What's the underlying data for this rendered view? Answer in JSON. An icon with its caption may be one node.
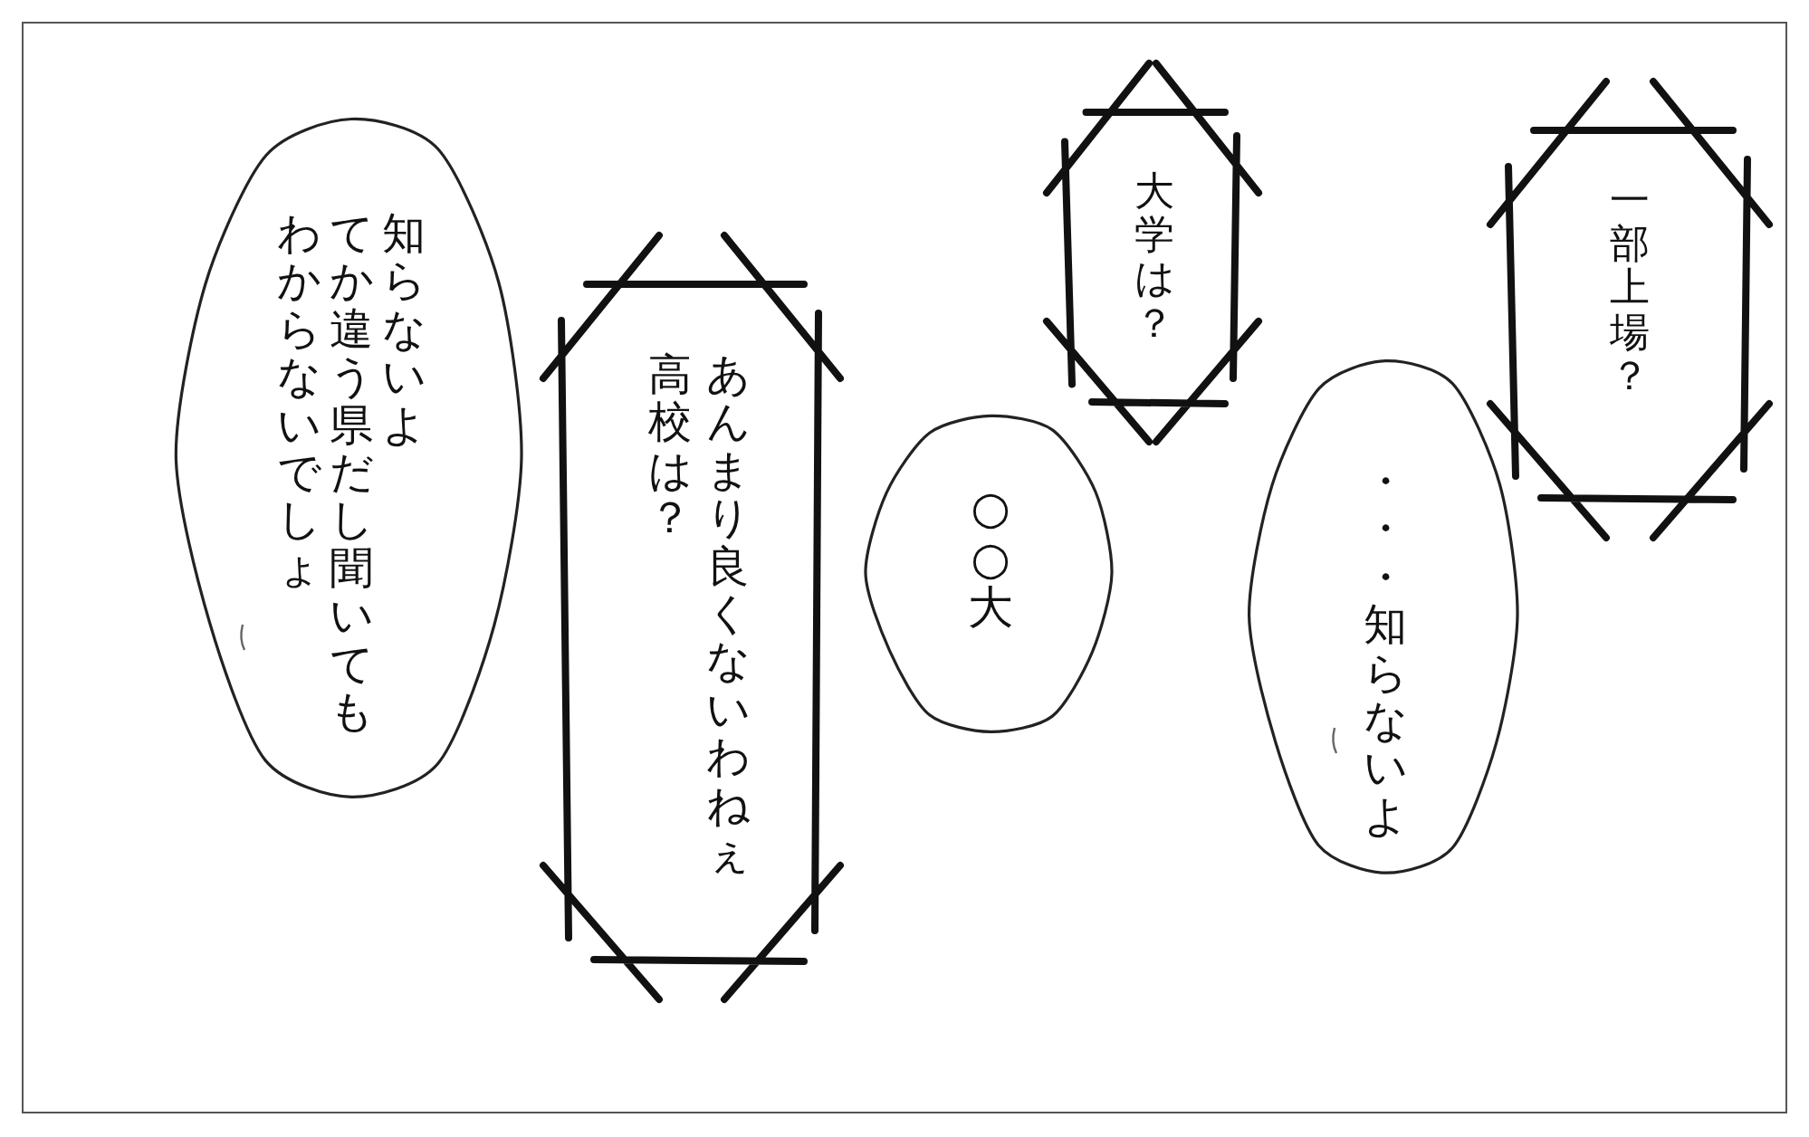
{
  "diagram": {
    "nodes": [
      {
        "text": [
          "一部上場？"
        ]
      },
      {
        "text": [
          "大学は？"
        ]
      },
      {
        "text": [
          "・・・知らないよ"
        ]
      },
      {
        "text": [
          "○○大"
        ]
      },
      {
        "text": [
          "あんまり良くないわねぇ高校は？"
        ]
      },
      {
        "text": [
          "知らないよてか違う県だし聞いてもわからないでしょ"
        ]
      }
    ]
  }
}
